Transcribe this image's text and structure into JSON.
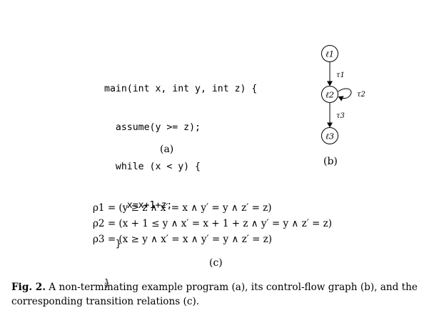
{
  "code": {
    "lines": [
      "main(int x, int y, int z) {",
      "  assume(y >= z);",
      "  while (x < y) {",
      "    x=x+1+z;",
      "  }",
      "}"
    ],
    "label": "(a)"
  },
  "cfg": {
    "nodes": [
      "ℓ1",
      "ℓ2",
      "ℓ3"
    ],
    "edges": [
      "τ1",
      "τ2",
      "τ3"
    ],
    "label": "(b)"
  },
  "relations": {
    "rows": [
      "ρ1 = (y ≥ z ∧ x′ = x ∧ y′ = y ∧ z′ = z)",
      "ρ2 = (x + 1 ≤ y ∧ x′ = x + 1 + z ∧ y′ = y ∧ z′ = z)",
      "ρ3 = (x ≥ y ∧ x′ = x ∧ y′ = y ∧ z′ = z)"
    ],
    "label": "(c)"
  },
  "caption": {
    "prefix": "Fig. 2.",
    "text": " A non-terminating example program (a), its control-flow graph (b), and the corresponding transition relations (c)."
  }
}
